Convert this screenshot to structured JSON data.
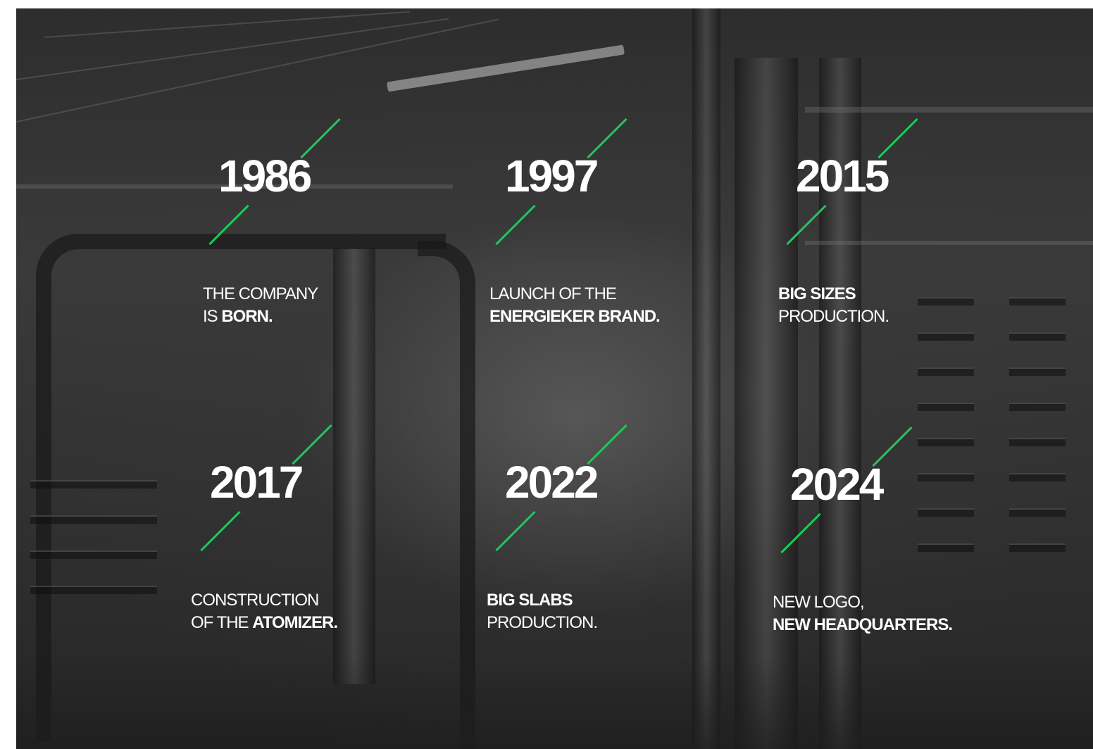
{
  "accent_color": "#1ec95a",
  "background": "grayscale-industrial-factory-photo",
  "milestones": [
    {
      "year": "1986",
      "line1": [
        "THE COMPANY",
        ""
      ],
      "line2": [
        "IS ",
        "BORN."
      ]
    },
    {
      "year": "1997",
      "line1": [
        "LAUNCH OF THE",
        ""
      ],
      "line2": [
        "",
        "ENERGIEKER BRAND."
      ]
    },
    {
      "year": "2015",
      "line1": [
        "",
        "BIG SIZES"
      ],
      "line2": [
        "PRODUCTION.",
        ""
      ]
    },
    {
      "year": "2017",
      "line1": [
        "CONSTRUCTION",
        ""
      ],
      "line2": [
        "OF THE ",
        "ATOMIZER."
      ]
    },
    {
      "year": "2022",
      "line1": [
        "",
        "BIG SLABS"
      ],
      "line2": [
        "PRODUCTION.",
        ""
      ]
    },
    {
      "year": "2024",
      "line1": [
        "NEW LOGO,",
        ""
      ],
      "line2": [
        "",
        "NEW HEADQUARTERS."
      ]
    }
  ]
}
